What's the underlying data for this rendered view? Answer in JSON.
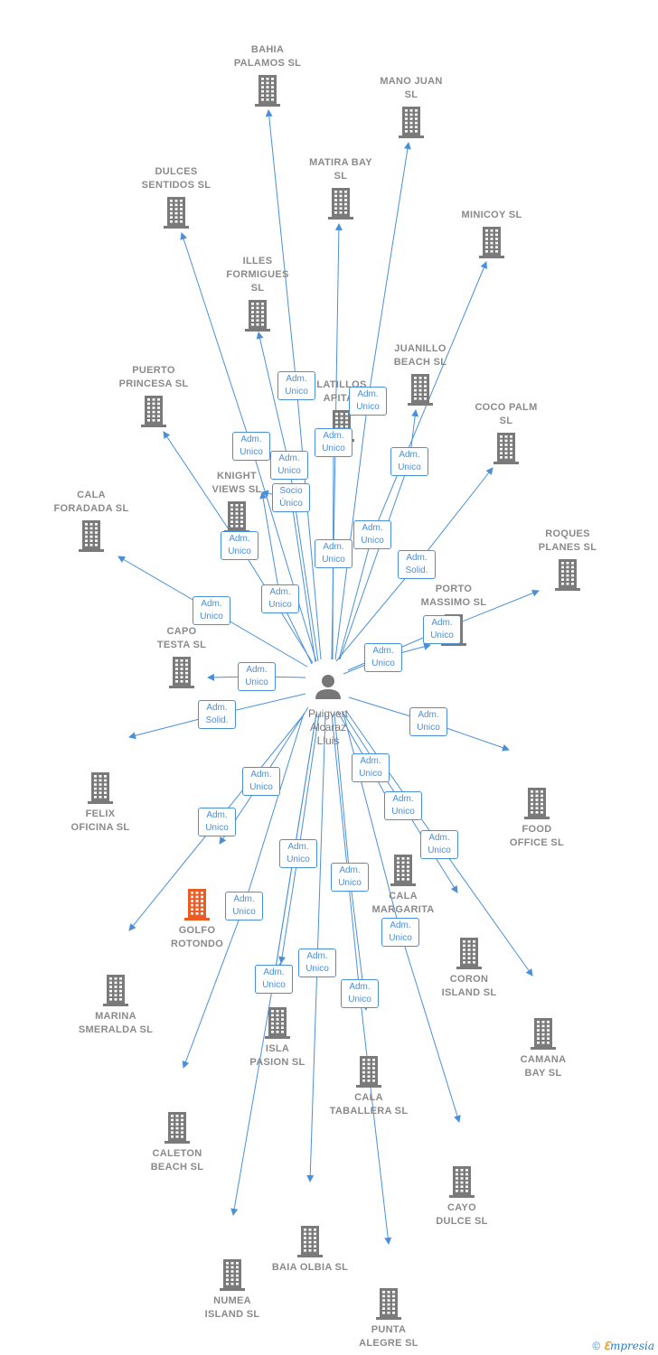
{
  "person": {
    "name": "Puigvert Alcaraz Lluis",
    "lines": [
      "Puigvert",
      "Alcaraz",
      "Lluis"
    ]
  },
  "colors": {
    "edge": "#4a90d9",
    "building": "#7a7a7a",
    "focus": "#ee5a24",
    "person": "#777777"
  },
  "companies": [
    {
      "id": "bahia-palamos",
      "lines": [
        "BAHIA",
        "PALAMOS  SL"
      ]
    },
    {
      "id": "mano-juan",
      "lines": [
        "MANO JUAN",
        "SL"
      ]
    },
    {
      "id": "dulces-sentidos",
      "lines": [
        "DULCES",
        "SENTIDOS  SL"
      ]
    },
    {
      "id": "matira-bay",
      "lines": [
        "MATIRA BAY",
        "SL"
      ]
    },
    {
      "id": "minicoy",
      "lines": [
        "MINICOY  SL"
      ]
    },
    {
      "id": "illes-formigues",
      "lines": [
        "ILLES",
        "FORMIGUES",
        "SL"
      ]
    },
    {
      "id": "juanillo-beach",
      "lines": [
        "JUANILLO",
        "BEACH SL"
      ]
    },
    {
      "id": "latillos-capital",
      "lines": [
        "LATILLOS",
        "APITAL"
      ]
    },
    {
      "id": "puerto-princesa",
      "lines": [
        "PUERTO",
        "PRINCESA  SL"
      ]
    },
    {
      "id": "coco-palm",
      "lines": [
        "COCO PALM",
        "SL"
      ]
    },
    {
      "id": "knight-views",
      "lines": [
        "KNIGHT",
        "VIEWS  SL"
      ]
    },
    {
      "id": "cala-foradada",
      "lines": [
        "CALA",
        "FORADADA  SL"
      ]
    },
    {
      "id": "roques-planes",
      "lines": [
        "ROQUES",
        "PLANES  SL"
      ]
    },
    {
      "id": "porto-massimo",
      "lines": [
        "PORTO",
        "MASSIMO  SL"
      ]
    },
    {
      "id": "capo-testa",
      "lines": [
        "CAPO",
        "TESTA  SL"
      ]
    },
    {
      "id": "felix-oficina",
      "lines": [
        "FELIX",
        "OFICINA SL"
      ]
    },
    {
      "id": "food-office",
      "lines": [
        "FOOD",
        "OFFICE  SL"
      ]
    },
    {
      "id": "cala-margarita",
      "lines": [
        "CALA",
        "MARGARITA",
        "SL"
      ]
    },
    {
      "id": "golfo-rotondo",
      "lines": [
        "GOLFO",
        "ROTONDO"
      ]
    },
    {
      "id": "coron-island",
      "lines": [
        "CORON",
        "ISLAND  SL"
      ]
    },
    {
      "id": "marina-smeralda",
      "lines": [
        "MARINA",
        "SMERALDA  SL"
      ]
    },
    {
      "id": "camana-bay",
      "lines": [
        "CAMANA",
        "BAY  SL"
      ]
    },
    {
      "id": "isla-pasion",
      "lines": [
        "ISLA",
        "PASION  SL"
      ]
    },
    {
      "id": "cala-taballera",
      "lines": [
        "CALA",
        "TABALLERA  SL"
      ]
    },
    {
      "id": "caleton-beach",
      "lines": [
        "CALETON",
        "BEACH  SL"
      ]
    },
    {
      "id": "cayo-dulce",
      "lines": [
        "CAYO",
        "DULCE  SL"
      ]
    },
    {
      "id": "baia-olbia",
      "lines": [
        "BAIA OLBIA  SL"
      ]
    },
    {
      "id": "numea-island",
      "lines": [
        "NUMEA",
        "ISLAND  SL"
      ]
    },
    {
      "id": "punta-alegre",
      "lines": [
        "PUNTA",
        "ALEGRE  SL"
      ]
    }
  ],
  "relations": [
    {
      "to": "bahia-palamos",
      "lines": [
        "Adm.",
        "Unico"
      ]
    },
    {
      "to": "latillos-capital",
      "lines": [
        "Adm.",
        "Unico"
      ]
    },
    {
      "to": "mano-juan",
      "lines": [
        "Adm.",
        "Unico"
      ]
    },
    {
      "to": "dulces-sentidos",
      "lines": [
        "Adm.",
        "Unico"
      ]
    },
    {
      "to": "illes-formigues",
      "lines": [
        "Adm.",
        "Unico"
      ]
    },
    {
      "to": "matira-bay",
      "lines": [
        "Adm.",
        "Unico"
      ]
    },
    {
      "to": "knight-views",
      "lines": [
        "Socio",
        "Único"
      ]
    },
    {
      "to": "juanillo-beach",
      "lines": [
        "Adm.",
        "Unico"
      ]
    },
    {
      "to": "minicoy",
      "lines": [
        "Adm.",
        "Unico"
      ]
    },
    {
      "to": "puerto-princesa",
      "lines": [
        "Adm.",
        "Unico"
      ]
    },
    {
      "to": "coco-palm",
      "lines": [
        "Adm.",
        "Solid."
      ]
    },
    {
      "to": "knight-views",
      "lines": [
        "Adm.",
        "Unico"
      ]
    },
    {
      "to": "cala-foradada",
      "lines": [
        "Adm.",
        "Unico"
      ]
    },
    {
      "to": "roques-planes",
      "lines": [
        "Adm.",
        "Unico"
      ]
    },
    {
      "to": "porto-massimo",
      "lines": [
        "Adm.",
        "Unico"
      ]
    },
    {
      "to": "capo-testa",
      "lines": [
        "Adm.",
        "Unico"
      ]
    },
    {
      "to": "felix-oficina",
      "lines": [
        "Adm.",
        "Solid."
      ]
    },
    {
      "to": "food-office",
      "lines": [
        "Adm.",
        "Unico"
      ]
    },
    {
      "to": "golfo-rotondo",
      "lines": [
        "Adm.",
        "Unico"
      ]
    },
    {
      "to": "marina-smeralda",
      "lines": [
        "Adm.",
        "Unico"
      ]
    },
    {
      "to": "cala-margarita",
      "lines": [
        "Adm.",
        "Unico"
      ]
    },
    {
      "to": "coron-island",
      "lines": [
        "Adm.",
        "Unico"
      ]
    },
    {
      "to": "camana-bay",
      "lines": [
        "Adm.",
        "Unico"
      ]
    },
    {
      "to": "isla-pasion",
      "lines": [
        "Adm.",
        "Unico"
      ]
    },
    {
      "to": "cala-taballera",
      "lines": [
        "Adm.",
        "Unico"
      ]
    },
    {
      "to": "caleton-beach",
      "lines": [
        "Adm.",
        "Unico"
      ]
    },
    {
      "to": "cayo-dulce",
      "lines": [
        "Adm.",
        "Unico"
      ]
    },
    {
      "to": "baia-olbia",
      "lines": [
        "Adm.",
        "Unico"
      ]
    },
    {
      "to": "numea-island",
      "lines": [
        "Adm.",
        "Unico"
      ]
    },
    {
      "to": "punta-alegre",
      "lines": [
        "Adm.",
        "Unico"
      ]
    },
    {
      "to": "isla-pasion",
      "lines": [
        "Adm.",
        "Unico"
      ]
    }
  ],
  "footer": {
    "copyright": "©",
    "brand_e": "ℇ",
    "brand_rest": "mpresia"
  }
}
